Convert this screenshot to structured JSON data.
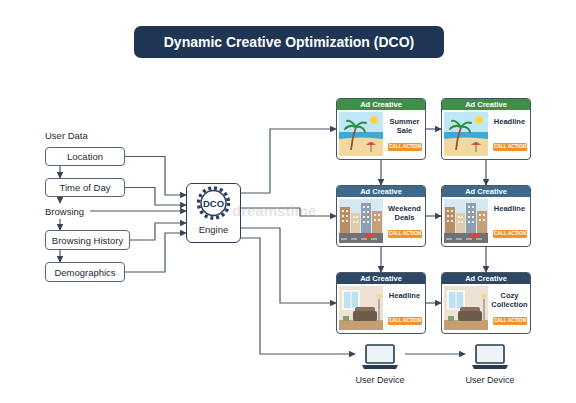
{
  "diagram": {
    "title": "Dynamic Creative Optimization (DCO)",
    "nodes": [
      {
        "text": [
          "Location"
        ]
      },
      {
        "text": [
          "Time of Day"
        ]
      },
      {
        "text": [
          "Browsing"
        ]
      },
      {
        "text": [
          "Browsing History"
        ]
      },
      {
        "text": [
          "Demographics"
        ]
      },
      {
        "text": [
          "DCO",
          "Engine"
        ]
      },
      {
        "text": [
          "Ad Creative",
          "Summer Sale",
          "CALL ACTION"
        ]
      },
      {
        "text": [
          "Ad Creative",
          "Headline",
          "CALL ACTION"
        ]
      },
      {
        "text": [
          "Ad Creative",
          "Weekend Deals",
          "CALL ACTION"
        ]
      },
      {
        "text": [
          "Ad Creative",
          "Headline",
          "CALL ACTION"
        ]
      },
      {
        "text": [
          "Ad Creative",
          "Headline",
          "CALL ACTION"
        ]
      },
      {
        "text": [
          "Ad Creative",
          "Cozy Collection",
          "CALL ACTION"
        ]
      },
      {
        "text": [
          "User Device"
        ]
      },
      {
        "text": [
          "User Device"
        ]
      }
    ],
    "edges": [
      {
        "from": 0,
        "to": 1,
        "arrow": "to"
      },
      {
        "from": 1,
        "to": 2,
        "arrow": "to"
      },
      {
        "from": 2,
        "to": 3,
        "arrow": "to"
      },
      {
        "from": 3,
        "to": 4,
        "arrow": "to"
      },
      {
        "from": 0,
        "to": 5,
        "arrow": "to"
      },
      {
        "from": 1,
        "to": 5,
        "arrow": "to"
      },
      {
        "from": 2,
        "to": 5,
        "arrow": "to"
      },
      {
        "from": 3,
        "to": 5,
        "arrow": "to"
      },
      {
        "from": 4,
        "to": 5,
        "arrow": "to"
      },
      {
        "from": 5,
        "to": 6,
        "arrow": "to"
      },
      {
        "from": 5,
        "to": 8,
        "arrow": "to"
      },
      {
        "from": 5,
        "to": 10,
        "arrow": "to"
      },
      {
        "from": 5,
        "to": 12,
        "arrow": "to"
      },
      {
        "from": 6,
        "to": 7,
        "arrow": "to"
      },
      {
        "from": 6,
        "to": 8,
        "arrow": "to"
      },
      {
        "from": 7,
        "to": 9,
        "arrow": "to"
      },
      {
        "from": 8,
        "to": 9,
        "arrow": "to"
      },
      {
        "from": 8,
        "to": 10,
        "arrow": "to"
      },
      {
        "from": 9,
        "to": 11,
        "arrow": "to"
      },
      {
        "from": 10,
        "to": 11,
        "arrow": "to"
      },
      {
        "from": 12,
        "to": 13,
        "arrow": "to"
      }
    ],
    "labels": [
      "User Data",
      "dreamstime"
    ]
  }
}
